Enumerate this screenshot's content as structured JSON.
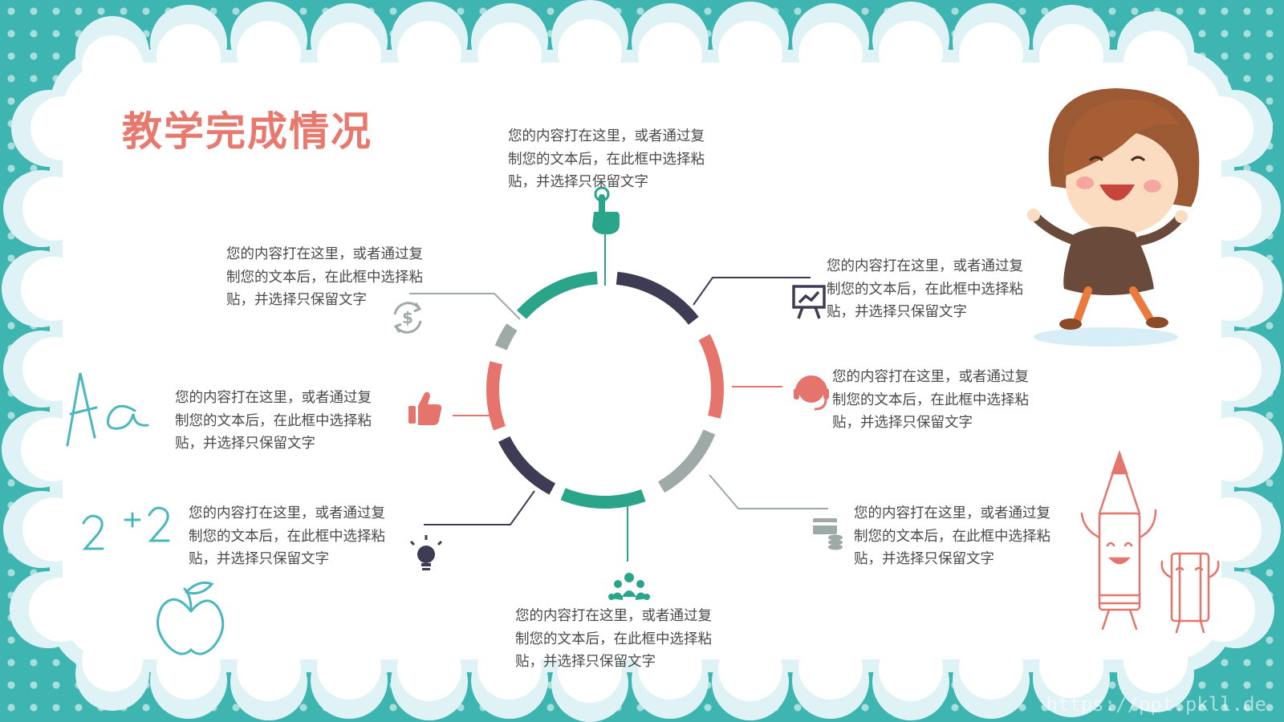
{
  "title": "教学完成情况",
  "watermark": "https://ppt.pkll.de",
  "colors": {
    "teal": "#2aa58a",
    "navy": "#3e3c55",
    "coral": "#e5746c",
    "gray": "#9eaaa8",
    "title": "#e7796f",
    "background": "#3fb5b1"
  },
  "items": [
    {
      "icon": "pointer-hand-icon",
      "lines": [
        "您的内容打在这里，或者通过复",
        "制您的文本后，在此框中选择粘",
        "贴，并选择只保留文字"
      ]
    },
    {
      "icon": "presentation-board-icon",
      "lines": [
        "您的内容打在这里，或者通过复",
        "制您的文本后，在此框中选择粘",
        "贴，并选择只保留文字"
      ]
    },
    {
      "icon": "headset-icon",
      "lines": [
        "您的内容打在这里，或者通过复",
        "制您的文本后，在此框中选择粘",
        "贴，并选择只保留文字"
      ]
    },
    {
      "icon": "credit-card-coins-icon",
      "lines": [
        "您的内容打在这里，或者通过复",
        "制您的文本后，在此框中选择粘",
        "贴，并选择只保留文字"
      ]
    },
    {
      "icon": "team-icon",
      "lines": [
        "您的内容打在这里，或者通过复",
        "制您的文本后，在此框中选择粘",
        "贴，并选择只保留文字"
      ]
    },
    {
      "icon": "lightbulb-icon",
      "lines": [
        "您的内容打在这里，或者通过复",
        "制您的文本后，在此框中选择粘",
        "贴，并选择只保留文字"
      ]
    },
    {
      "icon": "thumbs-up-icon",
      "lines": [
        "您的内容打在这里，或者通过复",
        "制您的文本后，在此框中选择粘",
        "贴，并选择只保留文字"
      ]
    },
    {
      "icon": "dollar-cycle-icon",
      "lines": [
        "您的内容打在这里，或者通过复",
        "制您的文本后，在此框中选择粘",
        "贴，并选择只保留文字"
      ]
    }
  ]
}
